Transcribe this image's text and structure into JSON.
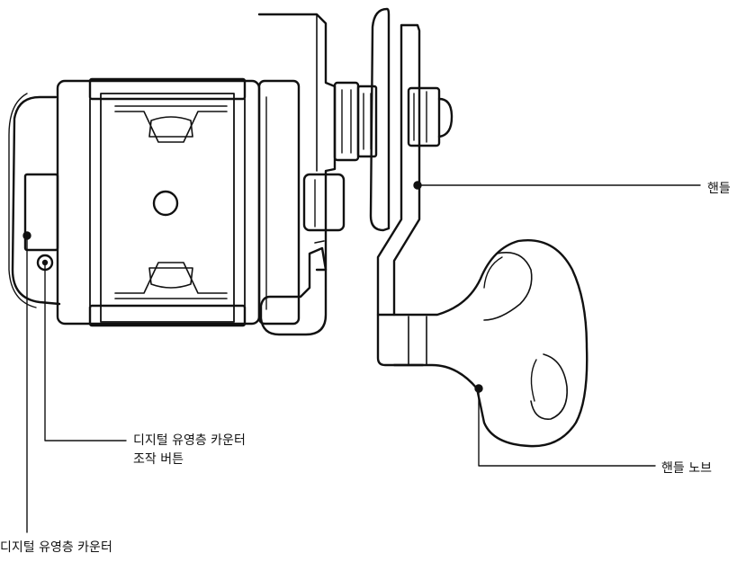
{
  "labels": {
    "handle": "핸들",
    "handle_knob": "핸들 노브",
    "counter_button_line1": "디지털 유영층 카운터",
    "counter_button_line2": "조작 버튼",
    "counter": "디지털 유영층 카운터"
  },
  "colors": {
    "line": "#111111",
    "background": "#ffffff"
  }
}
